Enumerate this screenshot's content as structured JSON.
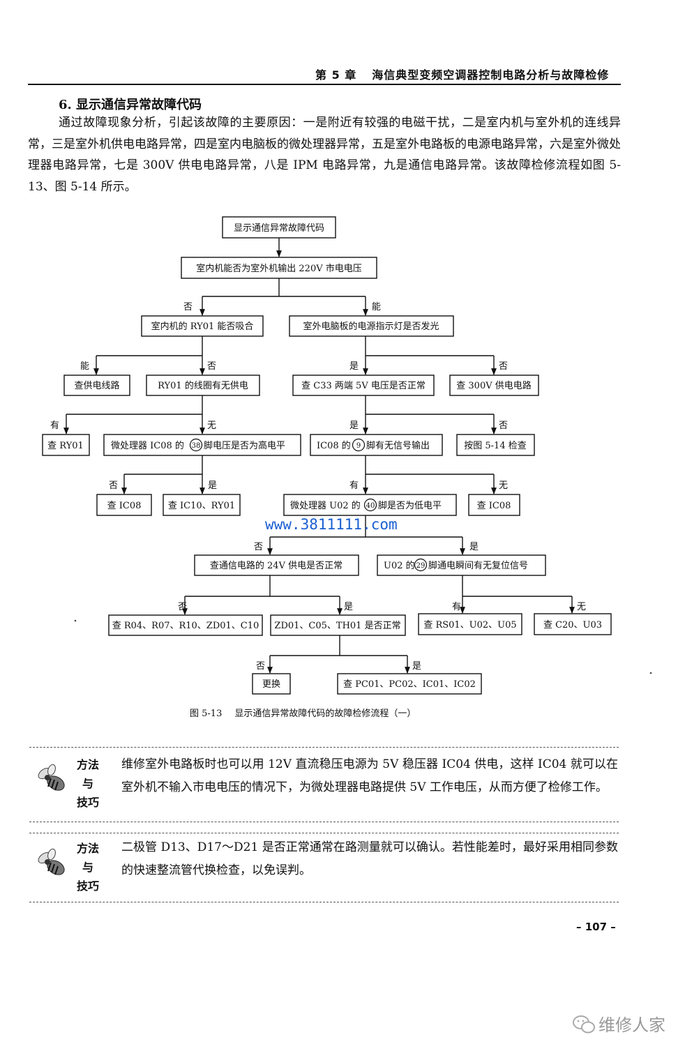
{
  "header": {
    "chapter": "第 5 章",
    "title": "海信典型变频空调器控制电路分析与故障检修"
  },
  "section_title": "6.  显示通信异常故障代码",
  "paragraph": "通过故障现象分析，引起该故障的主要原因：一是附近有较强的电磁干扰，二是室内机与室外机的连线异常，三是室外机供电电路异常，四是室内电脑板的微处理器异常，五是室外电路板的电源电路异常，六是室外微处理器电路异常，七是 300V 供电电路异常，八是 IPM 电路异常，九是通信电路异常。该故障检修流程如图 5-13、图 5-14 所示。",
  "flowchart": {
    "nodes": {
      "start": "显示通信异常故障代码",
      "q_output": "室内机能否为室外机输出 220V 市电电压",
      "q_ry01": "室内机的 RY01 能否吸合",
      "q_light": "室外电脑板的电源指示灯是否发光",
      "check_supply_line": "查供电线路",
      "q_coil": "RY01 的线圈有无供电",
      "q_c33": "查 C33 两端 5V 电压是否正常",
      "check_300v": "查 300V 供电电路",
      "check_ry01": "查 RY01",
      "q_pin38_pre": "微处理器 IC08 的",
      "q_pin38_num": "38",
      "q_pin38_post": "脚电压是否为高电平",
      "q_pin9_pre": "IC08 的",
      "q_pin9_num": "9",
      "q_pin9_post": "脚有无信号输出",
      "check_fig514": "按图 5-14 检查",
      "check_ic08_a": "查 IC08",
      "check_ic10": "查 IC10、RY01",
      "q_pin40_pre": "微处理器 U02 的",
      "q_pin40_num": "40",
      "q_pin40_post": "脚是否为低电平",
      "check_ic08_b": "查 IC08",
      "q_24v": "查通信电路的 24V 供电是否正常",
      "q_reset_pre": "U02 的",
      "q_reset_num": "29",
      "q_reset_post": "脚通电瞬间有无复位信号",
      "check_r04": "查 R04、R07、R10、ZD01、C10",
      "q_zd01": "ZD01、C05、TH01 是否正常",
      "check_rs01": "查 RS01、U02、U05",
      "check_c20": "查 C20、U03",
      "replace": "更换",
      "check_pc01": "查 PC01、PC02、IC01、IC02"
    },
    "labels": {
      "no": "否",
      "can": "能",
      "yes": "是",
      "have": "有",
      "none": "无"
    }
  },
  "watermark": "www.3811111.com",
  "caption": {
    "number": "图 5-13",
    "text": "显示通信异常故障代码的故障检修流程（一）"
  },
  "tips": [
    {
      "label_1": "方法",
      "label_2": "与",
      "label_3": "技巧",
      "text": "维修室外电路板时也可以用 12V 直流稳压电源为 5V 稳压器 IC04 供电，这样 IC04 就可以在室外机不输入市电电压的情况下，为微处理器电路提供 5V 工作电压，从而方便了检修工作。"
    },
    {
      "label_1": "方法",
      "label_2": "与",
      "label_3": "技巧",
      "text": "二极管 D13、D17～D21 是否正常通常在路测量就可以确认。若性能差时，最好采用相同参数的快速整流管代换检查，以免误判。"
    }
  ],
  "page_number": "– 107 –",
  "wechat": "维修人家"
}
